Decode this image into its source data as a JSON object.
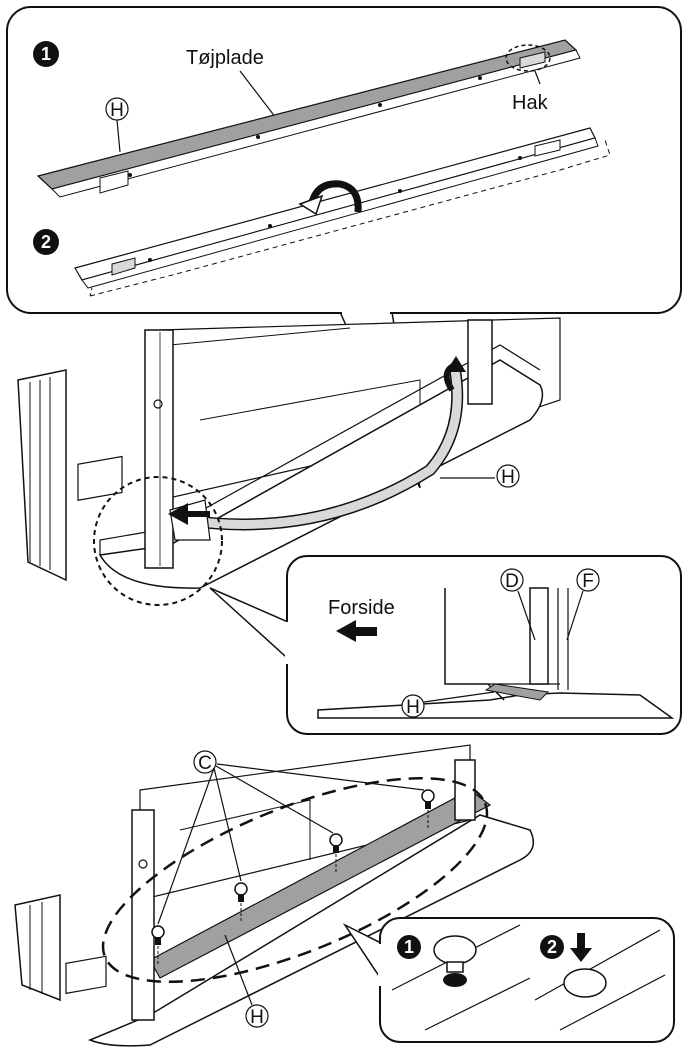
{
  "labels": {
    "tojplade": "Tøjplade",
    "hak": "Hak",
    "forside": "Forside",
    "part_h": "H",
    "part_d": "D",
    "part_f": "F",
    "part_c": "C"
  },
  "steps": {
    "top_step1": "1",
    "top_step2": "2",
    "detail_step1": "1",
    "detail_step2": "2"
  },
  "colors": {
    "line": "#111111",
    "fill_gray": "#a0a0a0",
    "fill_light": "#d9d9d9",
    "background": "#ffffff"
  }
}
